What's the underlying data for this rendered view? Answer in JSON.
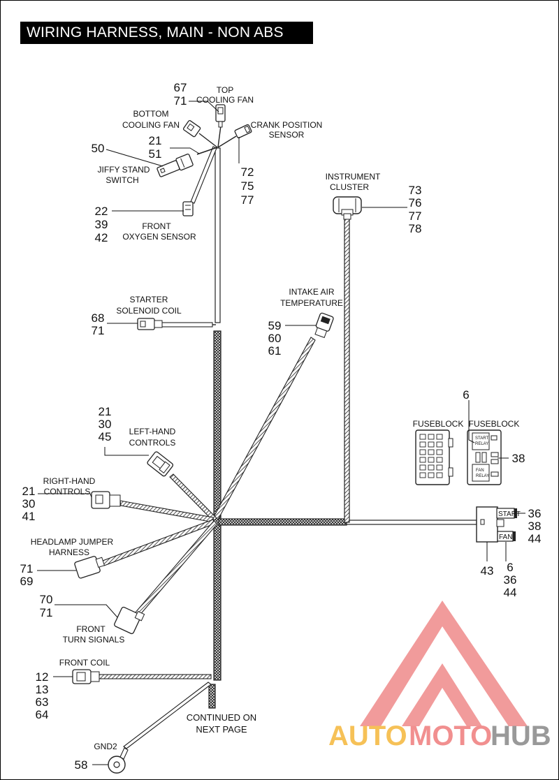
{
  "title": "WIRING HARNESS, MAIN - NON ABS",
  "components": {
    "top_cooling_fan": {
      "label": [
        "TOP",
        "COOLING FAN"
      ]
    },
    "bottom_cooling_fan": {
      "label": [
        "BOTTOM",
        "COOLING FAN"
      ]
    },
    "crank_position_sensor": {
      "label": [
        "CRANK POSITION",
        "SENSOR"
      ]
    },
    "jiffy_stand_switch": {
      "label": [
        "JIFFY STAND",
        "SWITCH"
      ]
    },
    "front_oxygen_sensor": {
      "label": [
        "FRONT",
        "OXYGEN SENSOR"
      ]
    },
    "instrument_cluster": {
      "label": [
        "INSTRUMENT",
        "CLUSTER"
      ]
    },
    "starter_solenoid_coil": {
      "label": [
        "STARTER",
        "SOLENOID COIL"
      ]
    },
    "intake_air_temperature": {
      "label": [
        "INTAKE AIR",
        "TEMPERATURE"
      ]
    },
    "left_hand_controls": {
      "label": [
        "LEFT-HAND",
        "CONTROLS"
      ]
    },
    "right_hand_controls": {
      "label": [
        "RIGHT-HAND",
        "CONTROLS"
      ]
    },
    "headlamp_jumper_harness": {
      "label": [
        "HEADLAMP JUMPER",
        "HARNESS"
      ]
    },
    "front_turn_signals": {
      "label": [
        "FRONT",
        "TURN SIGNALS"
      ]
    },
    "front_coil": {
      "label": [
        "FRONT COIL"
      ]
    },
    "gnd2": {
      "label": [
        "GND2"
      ]
    },
    "fuseblock_left": {
      "label": [
        "FUSEBLOCK"
      ]
    },
    "fuseblock_right": {
      "label": [
        "FUSEBLOCK"
      ]
    },
    "continued": {
      "label": [
        "CONTINUED ON",
        "NEXT PAGE"
      ]
    }
  },
  "callouts": {
    "fan_group": [
      "67",
      "71"
    ],
    "jiffy_group": [
      "21",
      "51"
    ],
    "jiffy_single": [
      "50"
    ],
    "crank_group": [
      "72",
      "75",
      "77"
    ],
    "oxygen_group": [
      "22",
      "39",
      "42"
    ],
    "instrument_group": [
      "73",
      "76",
      "77",
      "78"
    ],
    "starter_group": [
      "68",
      "71"
    ],
    "iat_group": [
      "59",
      "60",
      "61"
    ],
    "left_hand_group": [
      "21",
      "30",
      "45"
    ],
    "right_hand_group": [
      "21",
      "30",
      "41"
    ],
    "headlamp_group": [
      "71",
      "69"
    ],
    "turn_group": [
      "70",
      "71"
    ],
    "front_coil_group": [
      "12",
      "13",
      "63",
      "64"
    ],
    "gnd_group": [
      "58"
    ],
    "fuseblock_top": [
      "6"
    ],
    "fuseblock_right": [
      "38"
    ],
    "relay_top": [
      "36",
      "38",
      "44"
    ],
    "relay_bottom": [
      "6",
      "36",
      "44"
    ],
    "relay_left": [
      "43"
    ]
  },
  "relay_tags": {
    "start": "START",
    "fan": "FAN"
  },
  "fuse_tags": {
    "start_relay": [
      "START",
      "RELAY"
    ],
    "fan_relay": [
      "FAN",
      "RELAY"
    ]
  },
  "watermark": {
    "parts": [
      "AUTO",
      "MOTO",
      "HUB"
    ],
    "colors": [
      "#f5b73a",
      "#ef7c7c",
      "#888888"
    ]
  }
}
